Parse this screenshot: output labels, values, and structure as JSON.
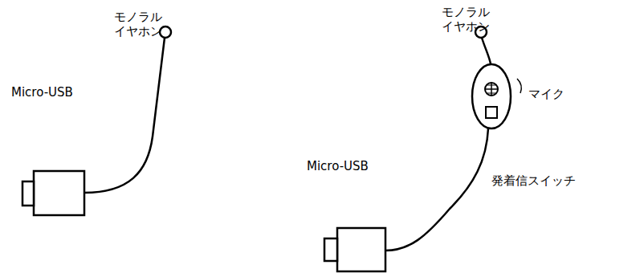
{
  "diagram": {
    "labels": [
      "モノラル イヤホン",
      "Micro-USB",
      "モノラル イヤホン",
      "マイク",
      "Micro-USB",
      "発着信スイッチ"
    ]
  }
}
